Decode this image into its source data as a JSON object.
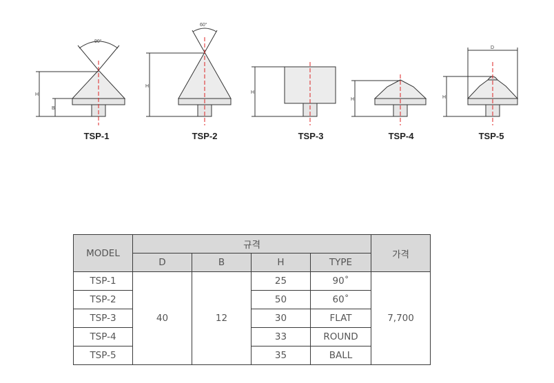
{
  "figures": [
    {
      "id": "TSP-1",
      "caption": "TSP-1",
      "angle_label": "90°",
      "dim_labels": [
        "H",
        "B"
      ]
    },
    {
      "id": "TSP-2",
      "caption": "TSP-2",
      "angle_label": "60°",
      "dim_labels": [
        "H"
      ]
    },
    {
      "id": "TSP-3",
      "caption": "TSP-3",
      "dim_labels": [
        "H"
      ]
    },
    {
      "id": "TSP-4",
      "caption": "TSP-4",
      "dim_labels": [
        "H"
      ]
    },
    {
      "id": "TSP-5",
      "caption": "TSP-5",
      "dim_labels": [
        "H",
        "D"
      ]
    }
  ],
  "table": {
    "header": {
      "model": "MODEL",
      "spec": "규격",
      "price": "가격",
      "d": "D",
      "b": "B",
      "h": "H",
      "type": "TYPE"
    },
    "rows": [
      {
        "model": "TSP-1",
        "h": "25",
        "type": "90˚"
      },
      {
        "model": "TSP-2",
        "h": "50",
        "type": "60˚"
      },
      {
        "model": "TSP-3",
        "h": "30",
        "type": "FLAT"
      },
      {
        "model": "TSP-4",
        "h": "33",
        "type": "ROUND"
      },
      {
        "model": "TSP-5",
        "h": "35",
        "type": "BALL"
      }
    ],
    "shared": {
      "d": "40",
      "b": "12",
      "price": "7,700"
    }
  }
}
